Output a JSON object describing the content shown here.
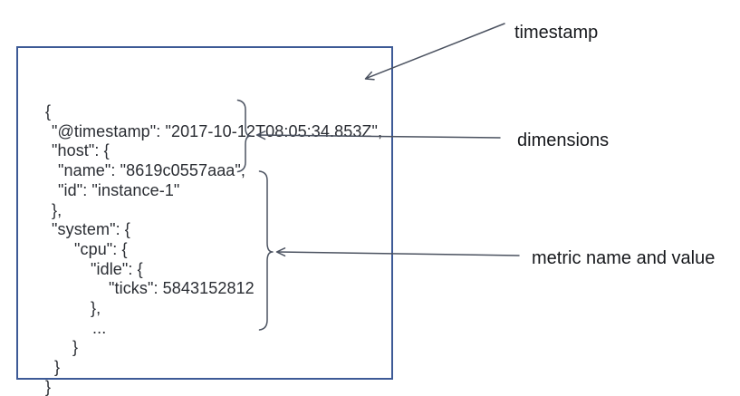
{
  "annotations": [
    {
      "id": "timestamp",
      "label": "timestamp"
    },
    {
      "id": "dimensions",
      "label": "dimensions"
    },
    {
      "id": "metric",
      "label": "metric name and value"
    }
  ],
  "code_box": {
    "lines": [
      {
        "text": "{",
        "indent": 0
      },
      {
        "text": "\"@timestamp\": \"2017-10-12T08:05:34.853Z\",",
        "indent": 7
      },
      {
        "text": "\"host\": {",
        "indent": 7
      },
      {
        "text": "\"name\": \"8619c0557aaa\",",
        "indent": 14
      },
      {
        "text": "\"id\": \"instance-1\"",
        "indent": 14
      },
      {
        "text": "},",
        "indent": 7
      },
      {
        "text": "\"system\": {",
        "indent": 7
      },
      {
        "text": "\"cpu\": {",
        "indent": 32
      },
      {
        "text": "\"idle\": {",
        "indent": 50
      },
      {
        "text": "\"ticks\": 5843152812",
        "indent": 70
      },
      {
        "text": "},",
        "indent": 50
      },
      {
        "text": "...",
        "indent": 52
      },
      {
        "text": "}",
        "indent": 30
      },
      {
        "text": "}",
        "indent": 10
      },
      {
        "text": "}",
        "indent": 0
      }
    ]
  },
  "colors": {
    "box_border": "#3d5a96",
    "code_text": "#2a2d33",
    "annotation": "#4b5260",
    "label_text": "#16181c"
  }
}
